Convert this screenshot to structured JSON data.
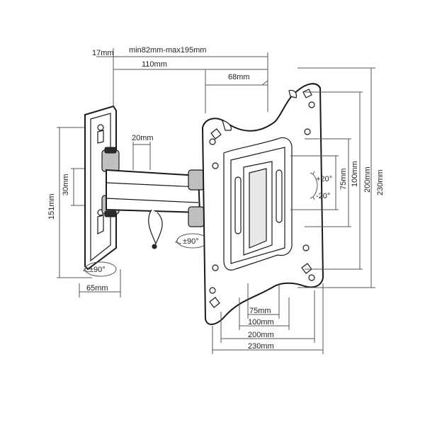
{
  "dimensions": {
    "arm_range": "min82mm-max195mm",
    "wall_offset": "17mm",
    "arm_110": "110mm",
    "arm_68": "68mm",
    "arm_height": "20mm",
    "arm_thickness": "30mm",
    "wall_height": "151mm",
    "wall_width": "65mm",
    "swivel_wall": "±90°",
    "swivel_arm": "±90°",
    "tilt_up": "+20°",
    "tilt_down": "-20°",
    "vesa_v75": "75mm",
    "vesa_v100": "100mm",
    "vesa_v200": "200mm",
    "vesa_v230": "230mm",
    "vesa_h75": "75mm",
    "vesa_h100": "100mm",
    "vesa_h200": "200mm",
    "vesa_h230": "230mm"
  }
}
